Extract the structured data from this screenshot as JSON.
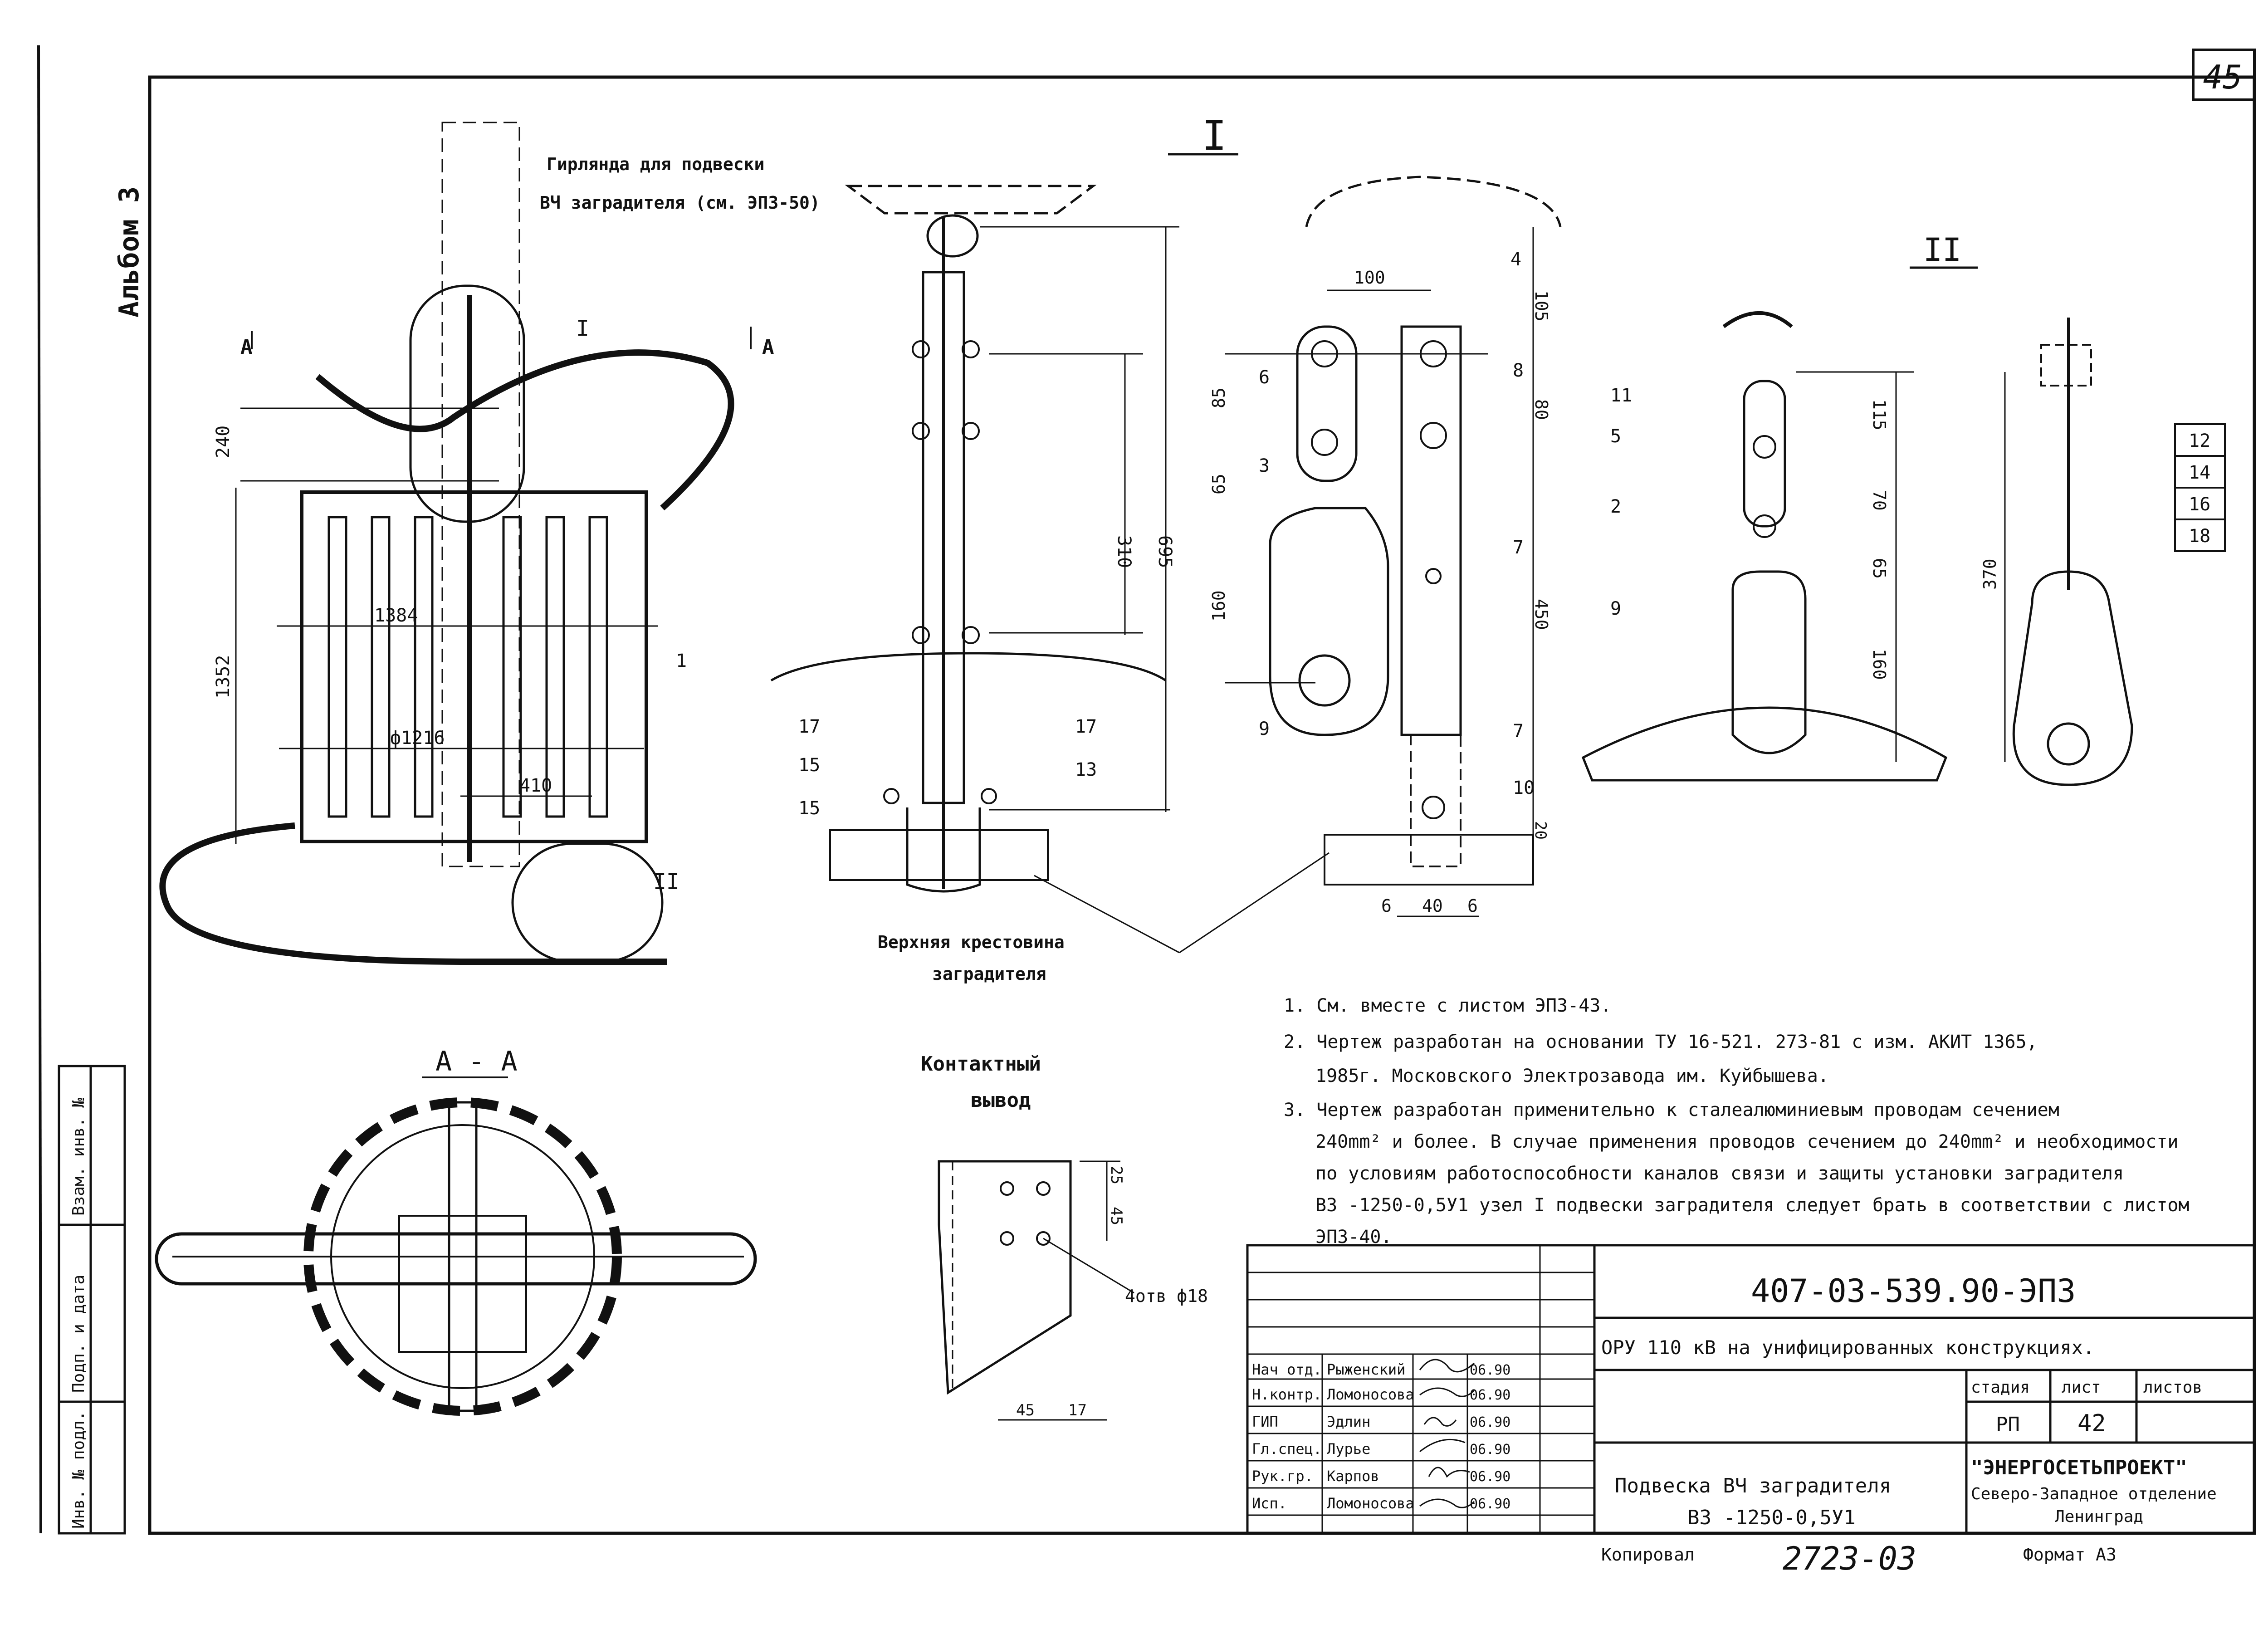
{
  "sheet": {
    "page_number": "45",
    "album": "Альбом 3",
    "format": "Формат А3",
    "copied": "Копировал",
    "copy_number": "2723-03"
  },
  "drawing": {
    "title_garland": "Гирлянда для подвески",
    "title_garland2": "ВЧ заградителя (см. ЭПЗ-50)",
    "roman_1": "I",
    "roman_2": "II",
    "section_mark": "A",
    "section_title": "А - А",
    "contact_title": "Контактный",
    "contact_title2": "вывод",
    "cross_label": "Верхняя крестовина",
    "cross_label2": "заградителя",
    "dims": {
      "d240": "240",
      "d1352": "1352",
      "d1384": "1384",
      "d1216": "ф1216",
      "d410": "410",
      "d310": "310",
      "d695": "695",
      "d100": "100",
      "d105": "105",
      "d85": "85",
      "d65": "65",
      "d160": "160",
      "d80": "80",
      "d450": "450",
      "d20": "20",
      "d6a": "6",
      "d40": "40",
      "d6b": "6",
      "d115": "115",
      "d70": "70",
      "d65b": "65",
      "d160b": "160",
      "d370": "370",
      "d25": "25",
      "d45": "45",
      "d45b": "45",
      "d17": "17",
      "holes": "4отв ф18"
    },
    "callouts": [
      "1",
      "17",
      "17",
      "15",
      "13",
      "15",
      "6",
      "3",
      "8",
      "4",
      "7",
      "7",
      "9",
      "10",
      "11",
      "5",
      "2",
      "9",
      "12",
      "14",
      "16",
      "18"
    ]
  },
  "notes": [
    "1. См. вместе с листом ЭПЗ-43.",
    "2. Чертеж разработан на основании ТУ 16-521. 273-81 с изм. АКИТ 1365,",
    "1985г. Московского Электрозавода им. Куйбышева.",
    "3. Чертеж разработан применительно к сталеалюминиевым проводам сечением",
    "240mm² и более. В случае применения проводов сечением до 240mm² и необходимости",
    "по условиям работоспособности каналов связи и защиты установки заградителя",
    "ВЗ -1250-0,5У1 узел I подвески заградителя следует брать в соответствии с листом",
    "ЭПЗ-40."
  ],
  "title_block": {
    "code": "407-03-539.90-ЭПЗ",
    "project": "ОРУ 110 кВ на унифицированных конструкциях.",
    "sheet_name1": "Подвеска ВЧ заградителя",
    "sheet_name2": "ВЗ -1250-0,5У1",
    "stage_h": "стадия",
    "sheet_h": "лист",
    "sheets_h": "листов",
    "stage": "РП",
    "sheet": "42",
    "org1": "\"ЭНЕРГОСЕТЬПРОЕКТ\"",
    "org2": "Северо-Западное отделение",
    "org3": "Ленинград",
    "rows": [
      {
        "role": "Нач отд.",
        "name": "Рыженский",
        "date": "06.90"
      },
      {
        "role": "Н.контр.",
        "name": "Ломоносова",
        "date": "06.90"
      },
      {
        "role": "ГИП",
        "name": "Эдлин",
        "date": "06.90"
      },
      {
        "role": "Гл.спец.",
        "name": "Лурье",
        "date": "06.90"
      },
      {
        "role": "Рук.гр.",
        "name": "Карпов",
        "date": "06.90"
      },
      {
        "role": "Исп.",
        "name": "Ломоносова",
        "date": "06.90"
      }
    ]
  },
  "side_stamp": {
    "s1": "Взам. инв. №",
    "s2": "Подп. и дата",
    "s3": "Инв. № подл."
  }
}
